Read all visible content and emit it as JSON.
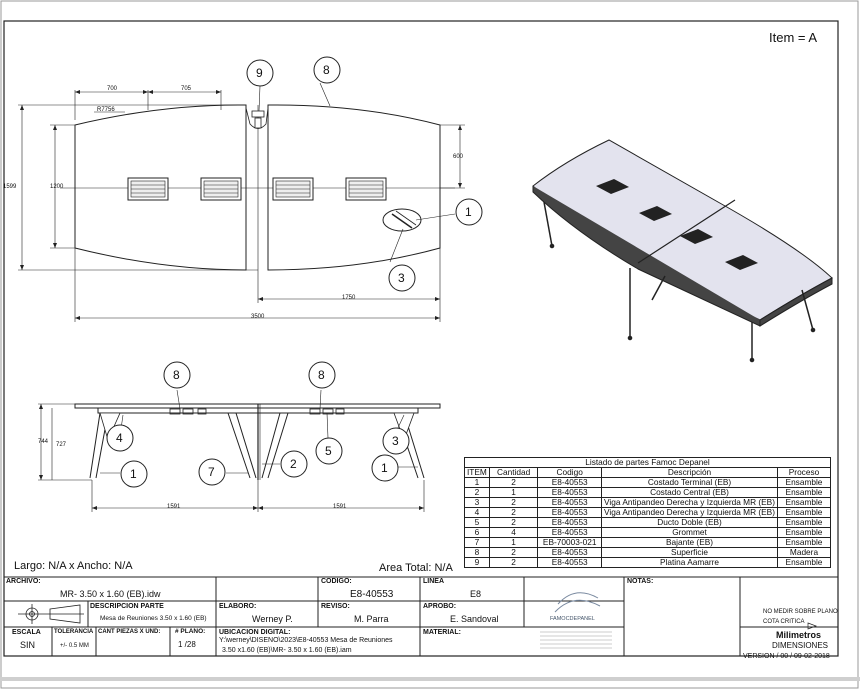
{
  "item_label": "Item = A",
  "top_view": {
    "dims": {
      "seg1": "700",
      "seg2": "705",
      "radius": "R7756",
      "overall_height": "1599",
      "inner_height": "1200",
      "right_height": "600",
      "half_length": "1750",
      "total_length": "3500"
    },
    "balloons": [
      "9",
      "8",
      "1",
      "3"
    ]
  },
  "front_view": {
    "dims": {
      "height_outer": "744",
      "height_inner": "727",
      "span_left": "1591",
      "span_right": "1591"
    },
    "balloons": [
      "8",
      "8",
      "4",
      "3",
      "1",
      "7",
      "2",
      "5",
      "1"
    ]
  },
  "summary": {
    "largo_ancho": "Largo: N/A x Ancho: N/A",
    "area_total": "Area Total: N/A"
  },
  "parts_list": {
    "title": "Listado de partes Famoc Depanel",
    "headers": [
      "ITEM",
      "Cantidad",
      "Codigo",
      "Descripción",
      "Proceso"
    ],
    "rows": [
      [
        "1",
        "2",
        "E8-40553",
        "Costado Terminal (EB)",
        "Ensamble"
      ],
      [
        "2",
        "1",
        "E8-40553",
        "Costado Central (EB)",
        "Ensamble"
      ],
      [
        "3",
        "2",
        "E8-40553",
        "Viga Antipandeo Derecha y Izquierda MR (EB)",
        "Ensamble"
      ],
      [
        "4",
        "2",
        "E8-40553",
        "Viga Antipandeo Derecha y Izquierda MR (EB)",
        "Ensamble"
      ],
      [
        "5",
        "2",
        "E8-40553",
        "Ducto Doble (EB)",
        "Ensamble"
      ],
      [
        "6",
        "4",
        "E8-40553",
        "Grommet",
        "Ensamble"
      ],
      [
        "7",
        "1",
        "EB-70003-021",
        "Bajante (EB)",
        "Ensamble"
      ],
      [
        "8",
        "2",
        "E8-40553",
        "Superficie",
        "Madera"
      ],
      [
        "9",
        "2",
        "E8-40553",
        "Platina Aamarre",
        "Ensamble"
      ]
    ]
  },
  "title_block": {
    "archivo_label": "ARCHIVO:",
    "archivo_value": "MR- 3.50 x 1.60 (EB).idw",
    "codigo_label": "CODIGO:",
    "codigo_value": "E8-40553",
    "linea_label": "LINEA",
    "linea_value": "E8",
    "notas_label": "NOTAS:",
    "descripcion_label": "DESCRIPCION PARTE",
    "descripcion_value": "Mesa de Reuniones 3.50 x 1.60 (EB)",
    "elaboro_label": "ELABORO:",
    "elaboro_value": "Werney P.",
    "reviso_label": "REVISO:",
    "reviso_value": "M. Parra",
    "aprobo_label": "APROBO:",
    "aprobo_value": "E. Sandoval",
    "escala_label": "ESCALA",
    "escala_value": "SIN",
    "tolerancia_label": "TOLERANCIA",
    "tolerancia_value": "+/- 0.5 MM",
    "cant_label": "CANT PIEZAS X UND:",
    "plano_label": "# PLANO:",
    "plano_value": "1 /28",
    "ubicacion_label": "UBICACION DIGITAL:",
    "ubicacion_line1": "Y:\\werney\\DISENO\\2023\\E8-40553 Mesa de Reuniones",
    "ubicacion_line2": "3.50 x1.60 (EB)\\MR- 3.50 x 1.60 (EB).iam",
    "material_label": "MATERIAL:",
    "logo_name": "FAMOCDEPANEL",
    "no_medir": "NO MEDIR SOBRE PLANO",
    "cota_critica": "COTA CRITICA",
    "unidades1": "Milimetros",
    "unidades2": "DIMENSIONES",
    "version": "VERSION / 00 / 09-02-2018"
  }
}
